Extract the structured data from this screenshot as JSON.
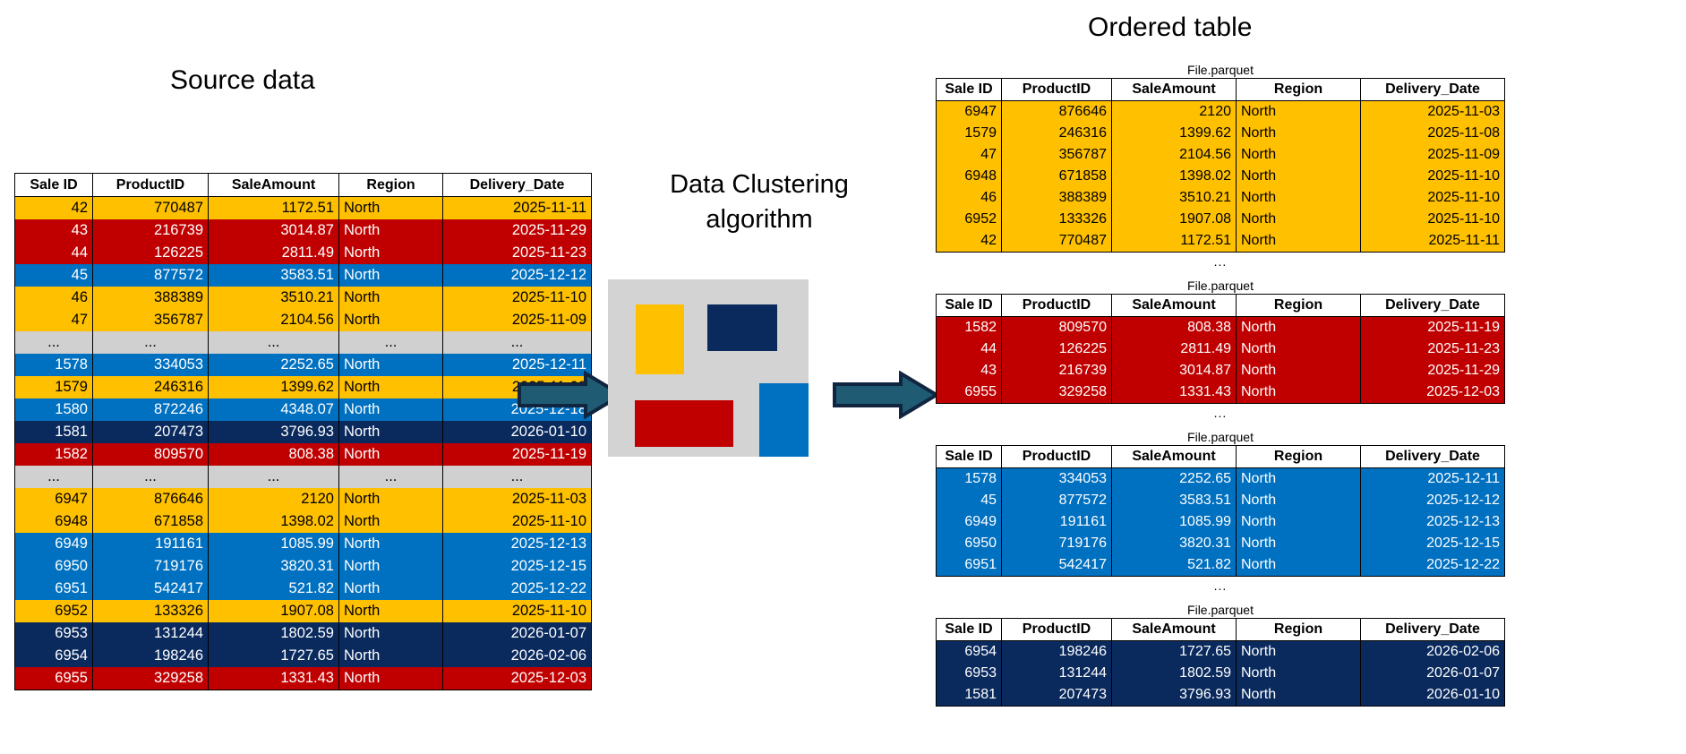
{
  "titles": {
    "source": "Source data",
    "ordered": "Ordered table",
    "algorithm_line1": "Data Clustering",
    "algorithm_line2": "algorithm"
  },
  "colors": {
    "yellow": "#FFC000",
    "red": "#C00000",
    "blue": "#0070C0",
    "navy": "#0A2A5E",
    "gray": "#D3D3D3",
    "arrow_fill": "#1F5B72",
    "arrow_stroke": "#10253F"
  },
  "columns": [
    "Sale ID",
    "ProductID",
    "SaleAmount",
    "Region",
    "Delivery_Date"
  ],
  "ellipsis": "...",
  "file_label": "File.parquet",
  "source_table": {
    "rows": [
      {
        "sale_id": "42",
        "product_id": "770487",
        "sale_amount": "1172.51",
        "region": "North",
        "delivery_date": "2025-11-11",
        "color": "yellow"
      },
      {
        "sale_id": "43",
        "product_id": "216739",
        "sale_amount": "3014.87",
        "region": "North",
        "delivery_date": "2025-11-29",
        "color": "red"
      },
      {
        "sale_id": "44",
        "product_id": "126225",
        "sale_amount": "2811.49",
        "region": "North",
        "delivery_date": "2025-11-23",
        "color": "red"
      },
      {
        "sale_id": "45",
        "product_id": "877572",
        "sale_amount": "3583.51",
        "region": "North",
        "delivery_date": "2025-12-12",
        "color": "blue"
      },
      {
        "sale_id": "46",
        "product_id": "388389",
        "sale_amount": "3510.21",
        "region": "North",
        "delivery_date": "2025-11-10",
        "color": "yellow"
      },
      {
        "sale_id": "47",
        "product_id": "356787",
        "sale_amount": "2104.56",
        "region": "North",
        "delivery_date": "2025-11-09",
        "color": "yellow"
      },
      {
        "sale_id": "...",
        "product_id": "...",
        "sale_amount": "...",
        "region": "...",
        "delivery_date": "...",
        "color": "gray"
      },
      {
        "sale_id": "1578",
        "product_id": "334053",
        "sale_amount": "2252.65",
        "region": "North",
        "delivery_date": "2025-12-11",
        "color": "blue"
      },
      {
        "sale_id": "1579",
        "product_id": "246316",
        "sale_amount": "1399.62",
        "region": "North",
        "delivery_date": "2025-11-08",
        "color": "yellow"
      },
      {
        "sale_id": "1580",
        "product_id": "872246",
        "sale_amount": "4348.07",
        "region": "North",
        "delivery_date": "2025-12-18",
        "color": "blue"
      },
      {
        "sale_id": "1581",
        "product_id": "207473",
        "sale_amount": "3796.93",
        "region": "North",
        "delivery_date": "2026-01-10",
        "color": "navy"
      },
      {
        "sale_id": "1582",
        "product_id": "809570",
        "sale_amount": "808.38",
        "region": "North",
        "delivery_date": "2025-11-19",
        "color": "red"
      },
      {
        "sale_id": "...",
        "product_id": "...",
        "sale_amount": "...",
        "region": "...",
        "delivery_date": "...",
        "color": "gray"
      },
      {
        "sale_id": "6947",
        "product_id": "876646",
        "sale_amount": "2120",
        "region": "North",
        "delivery_date": "2025-11-03",
        "color": "yellow"
      },
      {
        "sale_id": "6948",
        "product_id": "671858",
        "sale_amount": "1398.02",
        "region": "North",
        "delivery_date": "2025-11-10",
        "color": "yellow"
      },
      {
        "sale_id": "6949",
        "product_id": "191161",
        "sale_amount": "1085.99",
        "region": "North",
        "delivery_date": "2025-12-13",
        "color": "blue"
      },
      {
        "sale_id": "6950",
        "product_id": "719176",
        "sale_amount": "3820.31",
        "region": "North",
        "delivery_date": "2025-12-15",
        "color": "blue"
      },
      {
        "sale_id": "6951",
        "product_id": "542417",
        "sale_amount": "521.82",
        "region": "North",
        "delivery_date": "2025-12-22",
        "color": "blue"
      },
      {
        "sale_id": "6952",
        "product_id": "133326",
        "sale_amount": "1907.08",
        "region": "North",
        "delivery_date": "2025-11-10",
        "color": "yellow"
      },
      {
        "sale_id": "6953",
        "product_id": "131244",
        "sale_amount": "1802.59",
        "region": "North",
        "delivery_date": "2026-01-07",
        "color": "navy"
      },
      {
        "sale_id": "6954",
        "product_id": "198246",
        "sale_amount": "1727.65",
        "region": "North",
        "delivery_date": "2026-02-06",
        "color": "navy"
      },
      {
        "sale_id": "6955",
        "product_id": "329258",
        "sale_amount": "1331.43",
        "region": "North",
        "delivery_date": "2025-12-03",
        "color": "red"
      }
    ]
  },
  "ordered_tables": [
    {
      "file": "File.parquet",
      "color": "yellow",
      "rows": [
        {
          "sale_id": "6947",
          "product_id": "876646",
          "sale_amount": "2120",
          "region": "North",
          "delivery_date": "2025-11-03"
        },
        {
          "sale_id": "1579",
          "product_id": "246316",
          "sale_amount": "1399.62",
          "region": "North",
          "delivery_date": "2025-11-08"
        },
        {
          "sale_id": "47",
          "product_id": "356787",
          "sale_amount": "2104.56",
          "region": "North",
          "delivery_date": "2025-11-09"
        },
        {
          "sale_id": "6948",
          "product_id": "671858",
          "sale_amount": "1398.02",
          "region": "North",
          "delivery_date": "2025-11-10"
        },
        {
          "sale_id": "46",
          "product_id": "388389",
          "sale_amount": "3510.21",
          "region": "North",
          "delivery_date": "2025-11-10"
        },
        {
          "sale_id": "6952",
          "product_id": "133326",
          "sale_amount": "1907.08",
          "region": "North",
          "delivery_date": "2025-11-10"
        },
        {
          "sale_id": "42",
          "product_id": "770487",
          "sale_amount": "1172.51",
          "region": "North",
          "delivery_date": "2025-11-11"
        }
      ]
    },
    {
      "file": "File.parquet",
      "color": "red",
      "rows": [
        {
          "sale_id": "1582",
          "product_id": "809570",
          "sale_amount": "808.38",
          "region": "North",
          "delivery_date": "2025-11-19"
        },
        {
          "sale_id": "44",
          "product_id": "126225",
          "sale_amount": "2811.49",
          "region": "North",
          "delivery_date": "2025-11-23"
        },
        {
          "sale_id": "43",
          "product_id": "216739",
          "sale_amount": "3014.87",
          "region": "North",
          "delivery_date": "2025-11-29"
        },
        {
          "sale_id": "6955",
          "product_id": "329258",
          "sale_amount": "1331.43",
          "region": "North",
          "delivery_date": "2025-12-03"
        }
      ]
    },
    {
      "file": "File.parquet",
      "color": "blue",
      "rows": [
        {
          "sale_id": "1578",
          "product_id": "334053",
          "sale_amount": "2252.65",
          "region": "North",
          "delivery_date": "2025-12-11"
        },
        {
          "sale_id": "45",
          "product_id": "877572",
          "sale_amount": "3583.51",
          "region": "North",
          "delivery_date": "2025-12-12"
        },
        {
          "sale_id": "6949",
          "product_id": "191161",
          "sale_amount": "1085.99",
          "region": "North",
          "delivery_date": "2025-12-13"
        },
        {
          "sale_id": "6950",
          "product_id": "719176",
          "sale_amount": "3820.31",
          "region": "North",
          "delivery_date": "2025-12-15"
        },
        {
          "sale_id": "6951",
          "product_id": "542417",
          "sale_amount": "521.82",
          "region": "North",
          "delivery_date": "2025-12-22"
        }
      ]
    },
    {
      "file": "File.parquet",
      "color": "navy",
      "rows": [
        {
          "sale_id": "6954",
          "product_id": "198246",
          "sale_amount": "1727.65",
          "region": "North",
          "delivery_date": "2026-02-06"
        },
        {
          "sale_id": "6953",
          "product_id": "131244",
          "sale_amount": "1802.59",
          "region": "North",
          "delivery_date": "2026-01-07"
        },
        {
          "sale_id": "1581",
          "product_id": "207473",
          "sale_amount": "3796.93",
          "region": "North",
          "delivery_date": "2026-01-10"
        }
      ]
    }
  ],
  "cluster_diagram": {
    "shapes": [
      {
        "name": "cluster-rect-yellow",
        "color": "#FFC000"
      },
      {
        "name": "cluster-rect-navy",
        "color": "#0A2A5E"
      },
      {
        "name": "cluster-rect-red",
        "color": "#C00000"
      },
      {
        "name": "cluster-rect-blue",
        "color": "#0070C0"
      }
    ]
  }
}
